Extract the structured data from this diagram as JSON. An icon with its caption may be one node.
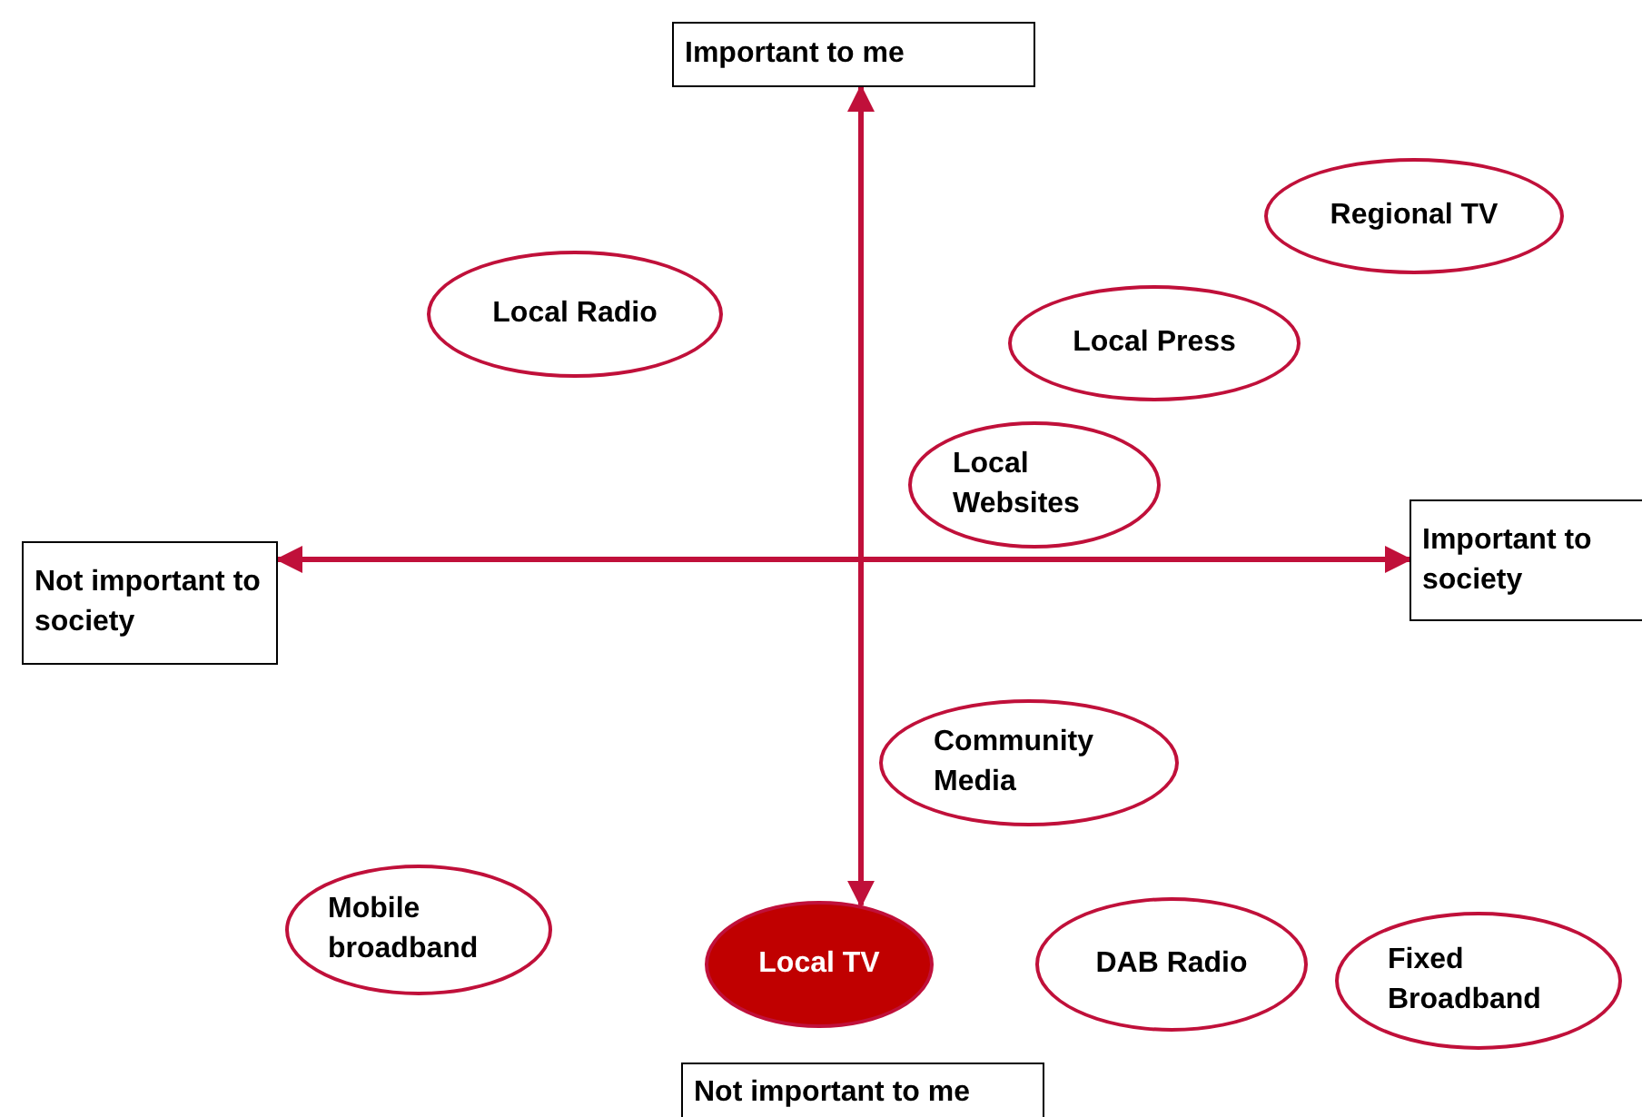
{
  "diagram": {
    "nodes": [
      {
        "text": [
          "Important to me"
        ]
      },
      {
        "text": [
          "Regional TV"
        ]
      },
      {
        "text": [
          "Local Radio"
        ]
      },
      {
        "text": [
          "Local Press"
        ]
      },
      {
        "text": [
          "Not important to society"
        ]
      },
      {
        "text": [
          "Local Websites"
        ]
      },
      {
        "text": [
          "Important to society"
        ]
      },
      {
        "text": [
          "Community Media"
        ]
      },
      {
        "text": [
          "Mobile broadband"
        ]
      },
      {
        "text": [
          "Local TV"
        ]
      },
      {
        "text": [
          "DAB Radio"
        ]
      },
      {
        "text": [
          "Fixed Broadband"
        ]
      },
      {
        "text": [
          "Not important to me"
        ]
      }
    ],
    "edges": [
      {
        "from": 4,
        "to": 6,
        "arrow": "both"
      },
      {
        "from": 0,
        "to": 9,
        "arrow": "both"
      }
    ]
  }
}
